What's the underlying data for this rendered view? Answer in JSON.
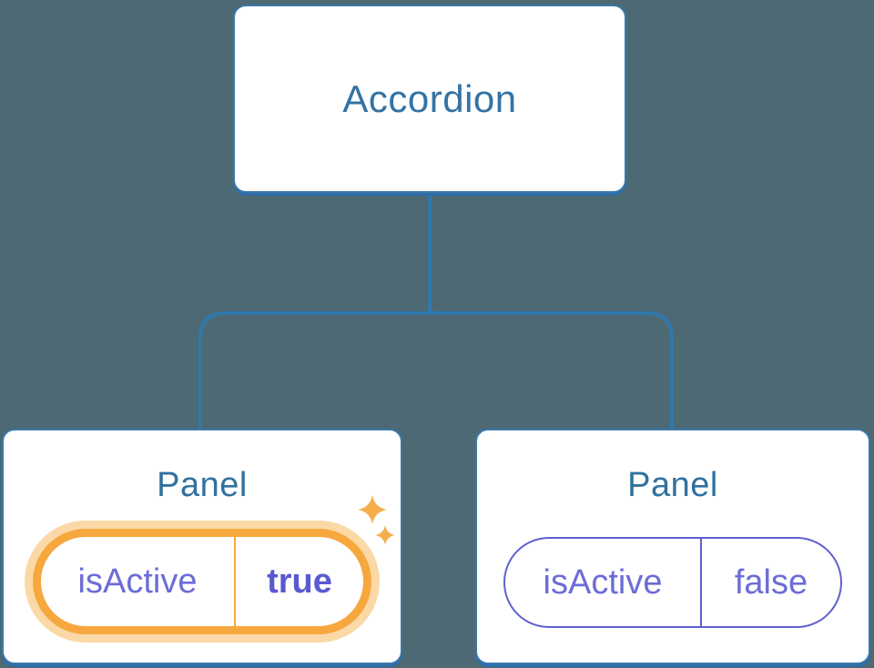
{
  "tree": {
    "root": {
      "label": "Accordion"
    },
    "children": [
      {
        "label": "Panel",
        "highlighted": true,
        "state": {
          "key": "isActive",
          "value": "true"
        }
      },
      {
        "label": "Panel",
        "highlighted": false,
        "state": {
          "key": "isActive",
          "value": "false"
        }
      }
    ]
  },
  "icons": {
    "sparkle_large": "sparkle-icon",
    "sparkle_small": "sparkle-icon"
  },
  "colors": {
    "background": "#4d6973",
    "node_fill": "#ffffff",
    "node_border": "#3a78aa",
    "node_shadow": "#2d6ea9",
    "connector_line": "#2f78ad",
    "root_label_text": "#3373a4",
    "child_label_text": "#32719f",
    "state_key_text": "#6c6cd8",
    "state_value_active_text": "#5a5ad0",
    "highlight_ring": "#f6a83f",
    "highlight_halo": "#fbd9a6",
    "inactive_pill_border": "#6060cf",
    "sparkle": "#f6ae4d"
  }
}
